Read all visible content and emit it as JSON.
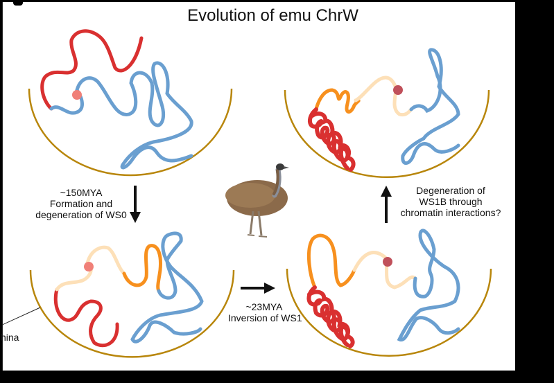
{
  "title": "Evolution of emu ChrW",
  "colors": {
    "ws0_red": "#d93030",
    "ws1b_orange": "#f7901e",
    "ws1a_light": "#fde0b8",
    "ancestral_blue": "#6a9fd0",
    "centromere": "#f08078",
    "centromere_dark": "#c0505a",
    "nuclear_lamina": "#b8860b"
  },
  "steps": [
    {
      "id": "step1",
      "time": "~150MYA",
      "lines": [
        "Formation and",
        "degeneration of WS0"
      ],
      "arrow": "down"
    },
    {
      "id": "step2",
      "time": "~23MYA",
      "lines": [
        "Inversion of WS1"
      ],
      "arrow": "right"
    },
    {
      "id": "step3",
      "lines": [
        "Degeneration of",
        "WS1B through",
        "chromatin interactions?"
      ],
      "arrow": "up"
    }
  ],
  "lamina_label": "hina",
  "panels": [
    {
      "name": "panel-top-left"
    },
    {
      "name": "panel-bottom-left"
    },
    {
      "name": "panel-bottom-right"
    },
    {
      "name": "panel-top-right"
    }
  ],
  "image": {
    "name": "emu-illustration"
  }
}
